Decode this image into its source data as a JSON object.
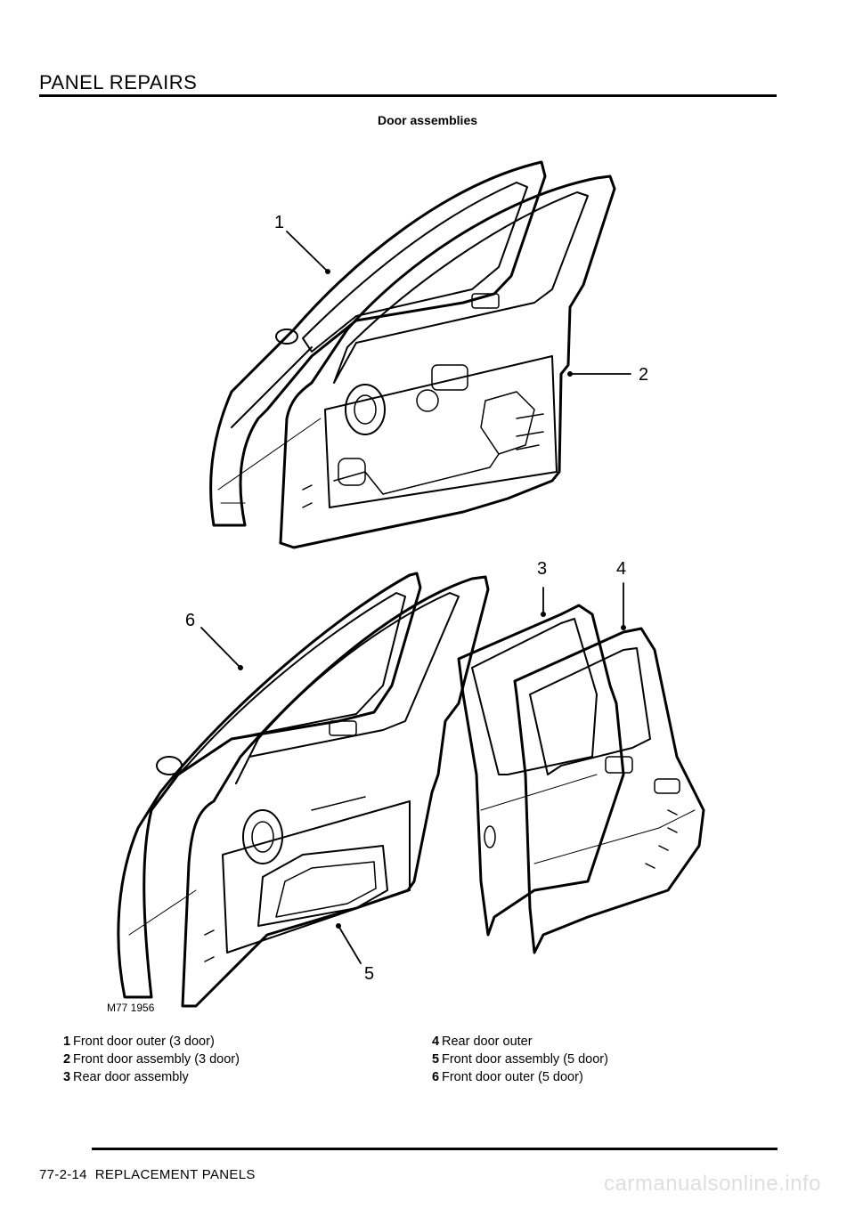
{
  "header": {
    "title": "PANEL REPAIRS"
  },
  "figure": {
    "title": "Door assemblies",
    "code": "M77 1956",
    "callouts": [
      "1",
      "2",
      "3",
      "4",
      "5",
      "6"
    ]
  },
  "legend": {
    "left": [
      {
        "num": "1",
        "text": "Front door outer (3 door)"
      },
      {
        "num": "2",
        "text": "Front door assembly (3 door)"
      },
      {
        "num": "3",
        "text": "Rear door assembly"
      }
    ],
    "right": [
      {
        "num": "4",
        "text": "Rear door outer"
      },
      {
        "num": "5",
        "text": "Front door assembly (5 door)"
      },
      {
        "num": "6",
        "text": "Front door outer (5 door)"
      }
    ]
  },
  "footer": {
    "page": "77-2-14",
    "section": "REPLACEMENT PANELS"
  },
  "watermark": "carmanualsonline.info"
}
